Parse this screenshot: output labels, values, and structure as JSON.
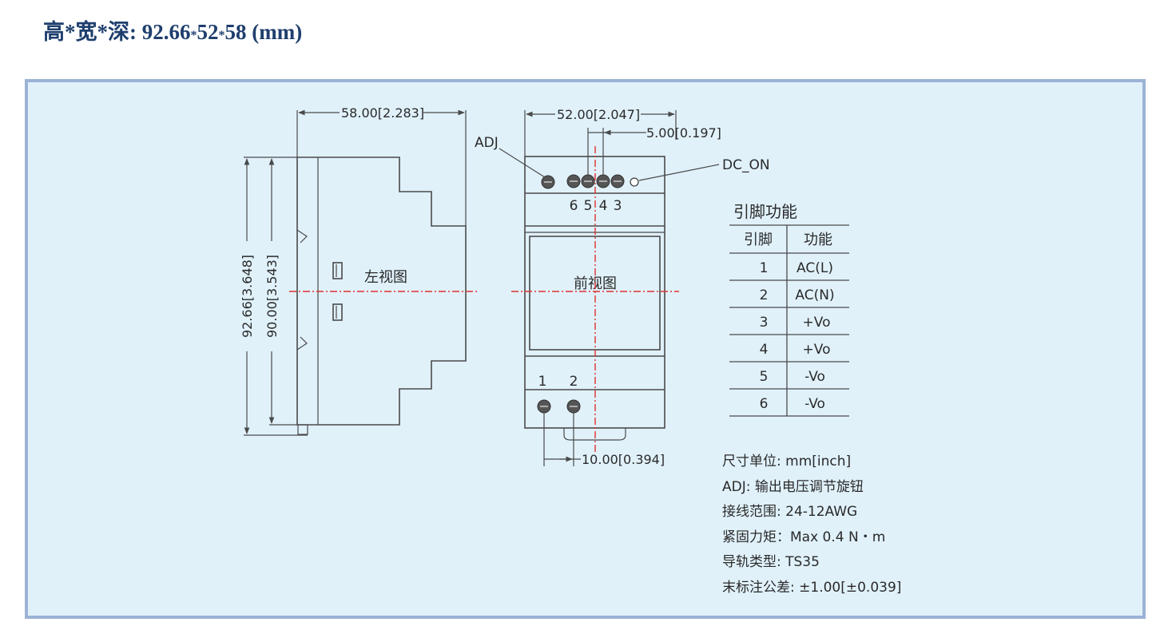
{
  "heading": {
    "label": "高*宽*深: ",
    "h": "92.66",
    "w": "52",
    "d": "58",
    "unit": "(mm)",
    "sep": "*"
  },
  "dims": {
    "depth": "58.00[2.283]",
    "width": "52.00[2.047]",
    "pin_pitch": "5.00[0.197]",
    "input_pitch": "10.00[0.394]",
    "height_total": "92.66[3.648]",
    "height_body": "90.00[3.543]"
  },
  "callouts": {
    "adj": "ADJ",
    "dc_on": "DC_ON"
  },
  "views": {
    "left": "左视图",
    "front": "前视图"
  },
  "pins_top": [
    "6",
    "5",
    "4",
    "3"
  ],
  "pins_bottom": [
    "1",
    "2"
  ],
  "pin_table": {
    "title": "引脚功能",
    "headers": [
      "引脚",
      "功能"
    ],
    "rows": [
      [
        "1",
        "AC(L)"
      ],
      [
        "2",
        "AC(N)"
      ],
      [
        "3",
        "+Vo"
      ],
      [
        "4",
        "+Vo"
      ],
      [
        "5",
        "-Vo"
      ],
      [
        "6",
        "-Vo"
      ]
    ]
  },
  "notes": [
    "尺寸单位: mm[inch]",
    "ADJ: 输出电压调节旋钮",
    "接线范围: 24-12AWG",
    "紧固力矩：Max 0.4 N・m",
    "导轨类型: TS35",
    "末标注公差: ±1.00[±0.039]"
  ],
  "colors": {
    "heading": "#1f3f6e",
    "panel_bg": "#e0f1fa",
    "panel_border": "#9cb3d6",
    "centerline": "#e03030"
  }
}
